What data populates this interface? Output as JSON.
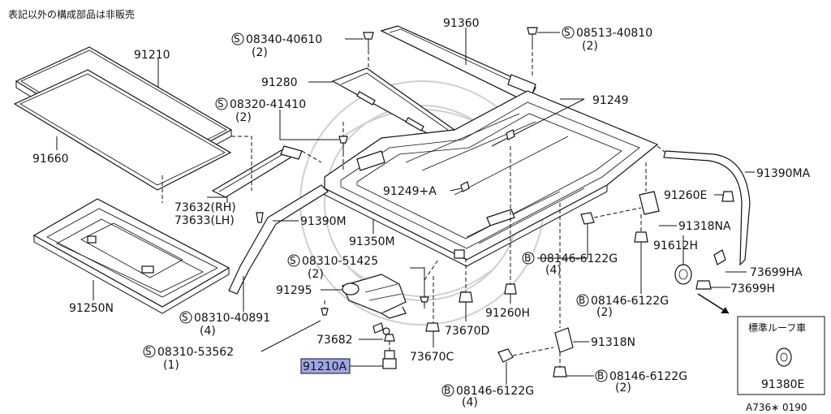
{
  "notice": "表記以外の構成部品は非販売",
  "footer_code": "A736∗ 0190",
  "inset": {
    "title": "標準ルーフ車",
    "part": "91380E"
  },
  "highlight_color": "#9fa7ea",
  "parts": {
    "p91210": "91210",
    "p91660": "91660",
    "p91250N": "91250N",
    "p91280": "91280",
    "p91360": "91360",
    "p91249": "91249",
    "p91249A": "91249+A",
    "p73632": "73632(RH)",
    "p73633": "73633(LH)",
    "p91390M": "91390M",
    "p91350M": "91350M",
    "p91295": "91295",
    "p73682": "73682",
    "p91210A": "91210A",
    "p73670D": "73670D",
    "p73670C": "73670C",
    "p91260H": "91260H",
    "p91318N": "91318N",
    "p91318NA": "91318NA",
    "p91260E": "91260E",
    "p91390MA": "91390MA",
    "p91612H": "91612H",
    "p73699HA": "73699HA",
    "p73699H": "73699H"
  },
  "screws": {
    "s08340": {
      "code": "08340-40610",
      "qty": "(2)"
    },
    "s08513": {
      "code": "08513-40810",
      "qty": "(2)"
    },
    "s08320": {
      "code": "08320-41410",
      "qty": "(2)"
    },
    "s08310a": {
      "code": "08310-51425",
      "qty": "(2)"
    },
    "s08310b": {
      "code": "08310-40891",
      "qty": "(4)"
    },
    "s08310c": {
      "code": "08310-53562",
      "qty": "(1)"
    }
  },
  "bolts": {
    "b1": {
      "code": "08146-6122G",
      "qty": "(4)"
    },
    "b2": {
      "code": "08146-6122G",
      "qty": "(2)"
    },
    "b3": {
      "code": "08146-6122G",
      "qty": "(2)"
    },
    "b4": {
      "code": "08146-6122G",
      "qty": "(4)"
    }
  },
  "prefix_s": "S",
  "prefix_b": "B"
}
